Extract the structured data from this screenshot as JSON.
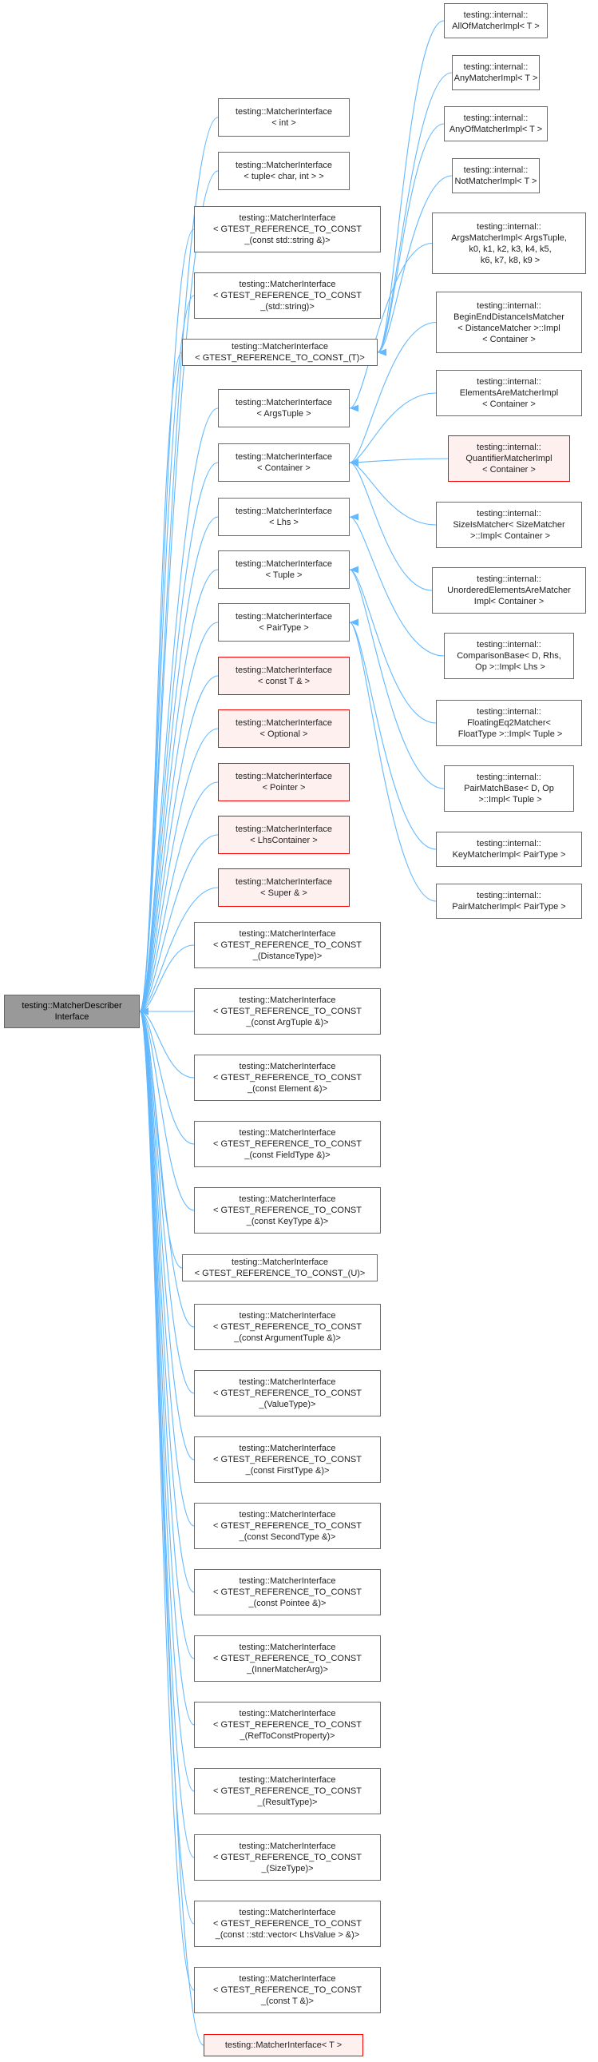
{
  "diagram": {
    "root": {
      "lines": [
        "testing::MatcherDescriber",
        "Interface"
      ]
    },
    "interfaces": [
      {
        "id": "mi_int",
        "lines": [
          "testing::MatcherInterface",
          "< int >"
        ]
      },
      {
        "id": "mi_tuple_char_int",
        "lines": [
          "testing::MatcherInterface",
          "< tuple< char, int > >"
        ]
      },
      {
        "id": "mi_const_std_string",
        "lines": [
          "testing::MatcherInterface",
          "< GTEST_REFERENCE_TO_CONST",
          "_(const std::string &)>"
        ]
      },
      {
        "id": "mi_std_string",
        "lines": [
          "testing::MatcherInterface",
          "< GTEST_REFERENCE_TO_CONST",
          "_(std::string)>"
        ]
      },
      {
        "id": "mi_T",
        "lines": [
          "testing::MatcherInterface",
          "< GTEST_REFERENCE_TO_CONST_(T)>"
        ]
      },
      {
        "id": "mi_argstuple",
        "lines": [
          "testing::MatcherInterface",
          "< ArgsTuple >"
        ]
      },
      {
        "id": "mi_container",
        "lines": [
          "testing::MatcherInterface",
          "< Container >"
        ]
      },
      {
        "id": "mi_lhs",
        "lines": [
          "testing::MatcherInterface",
          "< Lhs >"
        ]
      },
      {
        "id": "mi_tuple",
        "lines": [
          "testing::MatcherInterface",
          "< Tuple >"
        ]
      },
      {
        "id": "mi_pairtype",
        "lines": [
          "testing::MatcherInterface",
          "< PairType >"
        ]
      },
      {
        "id": "mi_const_T_ref",
        "lines": [
          "testing::MatcherInterface",
          "< const T & >"
        ],
        "red": true
      },
      {
        "id": "mi_optional",
        "lines": [
          "testing::MatcherInterface",
          "< Optional >"
        ],
        "red": true
      },
      {
        "id": "mi_pointer",
        "lines": [
          "testing::MatcherInterface",
          "< Pointer >"
        ],
        "red": true
      },
      {
        "id": "mi_lhscontainer",
        "lines": [
          "testing::MatcherInterface",
          "< LhsContainer >"
        ],
        "red": true
      },
      {
        "id": "mi_super",
        "lines": [
          "testing::MatcherInterface",
          "< Super & >"
        ],
        "red": true
      },
      {
        "id": "mi_distancetype",
        "lines": [
          "testing::MatcherInterface",
          "< GTEST_REFERENCE_TO_CONST",
          "_(DistanceType)>"
        ]
      },
      {
        "id": "mi_argtuple",
        "lines": [
          "testing::MatcherInterface",
          "< GTEST_REFERENCE_TO_CONST",
          "_(const ArgTuple &)>"
        ]
      },
      {
        "id": "mi_element",
        "lines": [
          "testing::MatcherInterface",
          "< GTEST_REFERENCE_TO_CONST",
          "_(const Element &)>"
        ]
      },
      {
        "id": "mi_fieldtype",
        "lines": [
          "testing::MatcherInterface",
          "< GTEST_REFERENCE_TO_CONST",
          "_(const FieldType &)>"
        ]
      },
      {
        "id": "mi_keytype",
        "lines": [
          "testing::MatcherInterface",
          "< GTEST_REFERENCE_TO_CONST",
          "_(const KeyType &)>"
        ]
      },
      {
        "id": "mi_U",
        "lines": [
          "testing::MatcherInterface",
          "< GTEST_REFERENCE_TO_CONST_(U)>"
        ]
      },
      {
        "id": "mi_argumenttuple",
        "lines": [
          "testing::MatcherInterface",
          "< GTEST_REFERENCE_TO_CONST",
          "_(const ArgumentTuple &)>"
        ]
      },
      {
        "id": "mi_valuetype",
        "lines": [
          "testing::MatcherInterface",
          "< GTEST_REFERENCE_TO_CONST",
          "_(ValueType)>"
        ]
      },
      {
        "id": "mi_firsttype",
        "lines": [
          "testing::MatcherInterface",
          "< GTEST_REFERENCE_TO_CONST",
          "_(const FirstType &)>"
        ]
      },
      {
        "id": "mi_secondtype",
        "lines": [
          "testing::MatcherInterface",
          "< GTEST_REFERENCE_TO_CONST",
          "_(const SecondType &)>"
        ]
      },
      {
        "id": "mi_pointee",
        "lines": [
          "testing::MatcherInterface",
          "< GTEST_REFERENCE_TO_CONST",
          "_(const Pointee &)>"
        ]
      },
      {
        "id": "mi_innermatcherarg",
        "lines": [
          "testing::MatcherInterface",
          "< GTEST_REFERENCE_TO_CONST",
          "_(InnerMatcherArg)>"
        ]
      },
      {
        "id": "mi_reftoconstproperty",
        "lines": [
          "testing::MatcherInterface",
          "< GTEST_REFERENCE_TO_CONST",
          "_(RefToConstProperty)>"
        ]
      },
      {
        "id": "mi_resulttype",
        "lines": [
          "testing::MatcherInterface",
          "< GTEST_REFERENCE_TO_CONST",
          "_(ResultType)>"
        ]
      },
      {
        "id": "mi_sizetype",
        "lines": [
          "testing::MatcherInterface",
          "< GTEST_REFERENCE_TO_CONST",
          "_(SizeType)>"
        ]
      },
      {
        "id": "mi_lhsvalue_vector",
        "lines": [
          "testing::MatcherInterface",
          "< GTEST_REFERENCE_TO_CONST",
          "_(const ::std::vector< LhsValue > &)>"
        ]
      },
      {
        "id": "mi_const_T",
        "lines": [
          "testing::MatcherInterface",
          "< GTEST_REFERENCE_TO_CONST",
          "_(const T &)>"
        ]
      },
      {
        "id": "mi_T_plain",
        "lines": [
          "testing::MatcherInterface< T >"
        ],
        "red": true
      }
    ],
    "implementations": [
      {
        "id": "allof",
        "lines": [
          "testing::internal::",
          "AllOfMatcherImpl< T >"
        ],
        "parent": "mi_T"
      },
      {
        "id": "any",
        "lines": [
          "testing::internal::",
          "AnyMatcherImpl< T >"
        ],
        "parent": "mi_T"
      },
      {
        "id": "anyof",
        "lines": [
          "testing::internal::",
          "AnyOfMatcherImpl< T >"
        ],
        "parent": "mi_T"
      },
      {
        "id": "not",
        "lines": [
          "testing::internal::",
          "NotMatcherImpl< T >"
        ],
        "parent": "mi_T"
      },
      {
        "id": "args",
        "lines": [
          "testing::internal::",
          "ArgsMatcherImpl< ArgsTuple,",
          " k0, k1, k2, k3, k4, k5,",
          " k6, k7, k8, k9 >"
        ],
        "parent": "mi_argstuple"
      },
      {
        "id": "beginend",
        "lines": [
          "testing::internal::",
          "BeginEndDistanceIsMatcher",
          "< DistanceMatcher >::Impl",
          "< Container >"
        ],
        "parent": "mi_container"
      },
      {
        "id": "elementsare",
        "lines": [
          "testing::internal::",
          "ElementsAreMatcherImpl",
          "< Container >"
        ],
        "parent": "mi_container"
      },
      {
        "id": "quantifier",
        "lines": [
          "testing::internal::",
          "QuantifierMatcherImpl",
          "< Container >"
        ],
        "parent": "mi_container",
        "red": true
      },
      {
        "id": "sizeis",
        "lines": [
          "testing::internal::",
          "SizeIsMatcher< SizeMatcher",
          " >::Impl< Container >"
        ],
        "parent": "mi_container"
      },
      {
        "id": "unordered",
        "lines": [
          "testing::internal::",
          "UnorderedElementsAreMatcher",
          "Impl< Container >"
        ],
        "parent": "mi_container"
      },
      {
        "id": "comparison",
        "lines": [
          "testing::internal::",
          "ComparisonBase< D, Rhs,",
          " Op >::Impl< Lhs >"
        ],
        "parent": "mi_lhs"
      },
      {
        "id": "floateq2",
        "lines": [
          "testing::internal::",
          "FloatingEq2Matcher<",
          " FloatType >::Impl< Tuple >"
        ],
        "parent": "mi_tuple"
      },
      {
        "id": "pairmatchbase",
        "lines": [
          "testing::internal::",
          "PairMatchBase< D, Op",
          " >::Impl< Tuple >"
        ],
        "parent": "mi_tuple"
      },
      {
        "id": "keymatcher",
        "lines": [
          "testing::internal::",
          "KeyMatcherImpl< PairType >"
        ],
        "parent": "mi_pairtype"
      },
      {
        "id": "pairmatcher",
        "lines": [
          "testing::internal::",
          "PairMatcherImpl< PairType >"
        ],
        "parent": "mi_pairtype"
      }
    ],
    "colors": {
      "edge": "#63b8ff",
      "node_border": "#6a6a6a",
      "root_fill": "#999999",
      "red_border": "#ff0000",
      "red_fill": "#fff0f0"
    }
  }
}
